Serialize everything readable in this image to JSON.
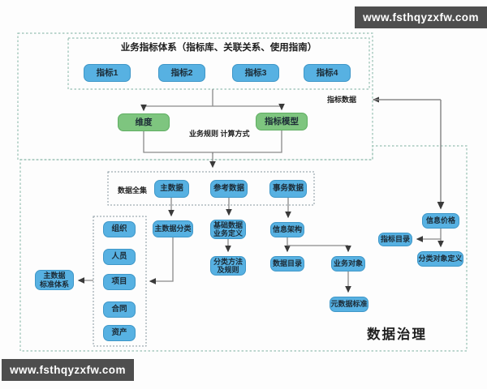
{
  "watermark_text": "www.fsthqyzxfw.com",
  "colors": {
    "blue_box": "#57b1e2",
    "green_box": "#7ec57f",
    "dashed_teal": "#96c0b2",
    "dashed_gray": "#8796a0",
    "watermark_bar": "#4e4e4e",
    "connector": "#8a8a8a"
  },
  "top": {
    "title": "业务指标体系（指标库、关联关系、使用指南）",
    "indicators": [
      "指标1",
      "指标2",
      "指标3",
      "指标4"
    ],
    "dimension_label": "维度",
    "model_label": "指标模型",
    "rules_label": "业务规则  计算方式",
    "indicator_data_label": "指标数据"
  },
  "bottom": {
    "dataset_label": "数据全集",
    "master_data_label": "主数据",
    "reference_data_label": "参考数据",
    "transaction_data_label": "事务数据",
    "master_classification_label": "主数据分类",
    "master_standard_label": "主数据\n标准体系",
    "org_items": [
      "组织",
      "人员",
      "项目",
      "合同",
      "资产"
    ],
    "basic_def_label": "基础数据\n业务定义",
    "class_method_label": "分类方法\n及规则",
    "info_arch_label": "信息架构",
    "data_catalog_label": "数据目录",
    "biz_object_label": "业务对象",
    "metadata_label": "元数据标准",
    "info_price_label": "信息价格",
    "indicator_catalog_label": "指标目录",
    "class_object_label": "分类对象定义",
    "governance_label": "数据治理"
  }
}
